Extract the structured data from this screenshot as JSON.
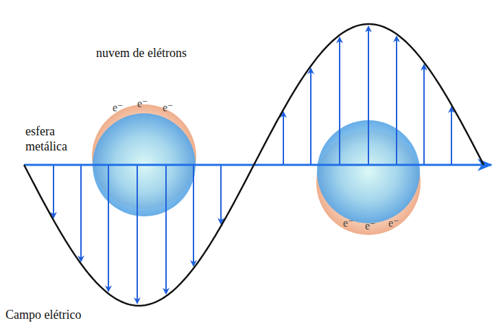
{
  "diagram": {
    "labels": [
      "nuvem de elétrons",
      "esfera metálica",
      "Campo elétrico",
      "e⁻",
      "e⁻",
      "e⁻",
      "e⁻",
      "e⁻",
      "e⁻"
    ]
  }
}
